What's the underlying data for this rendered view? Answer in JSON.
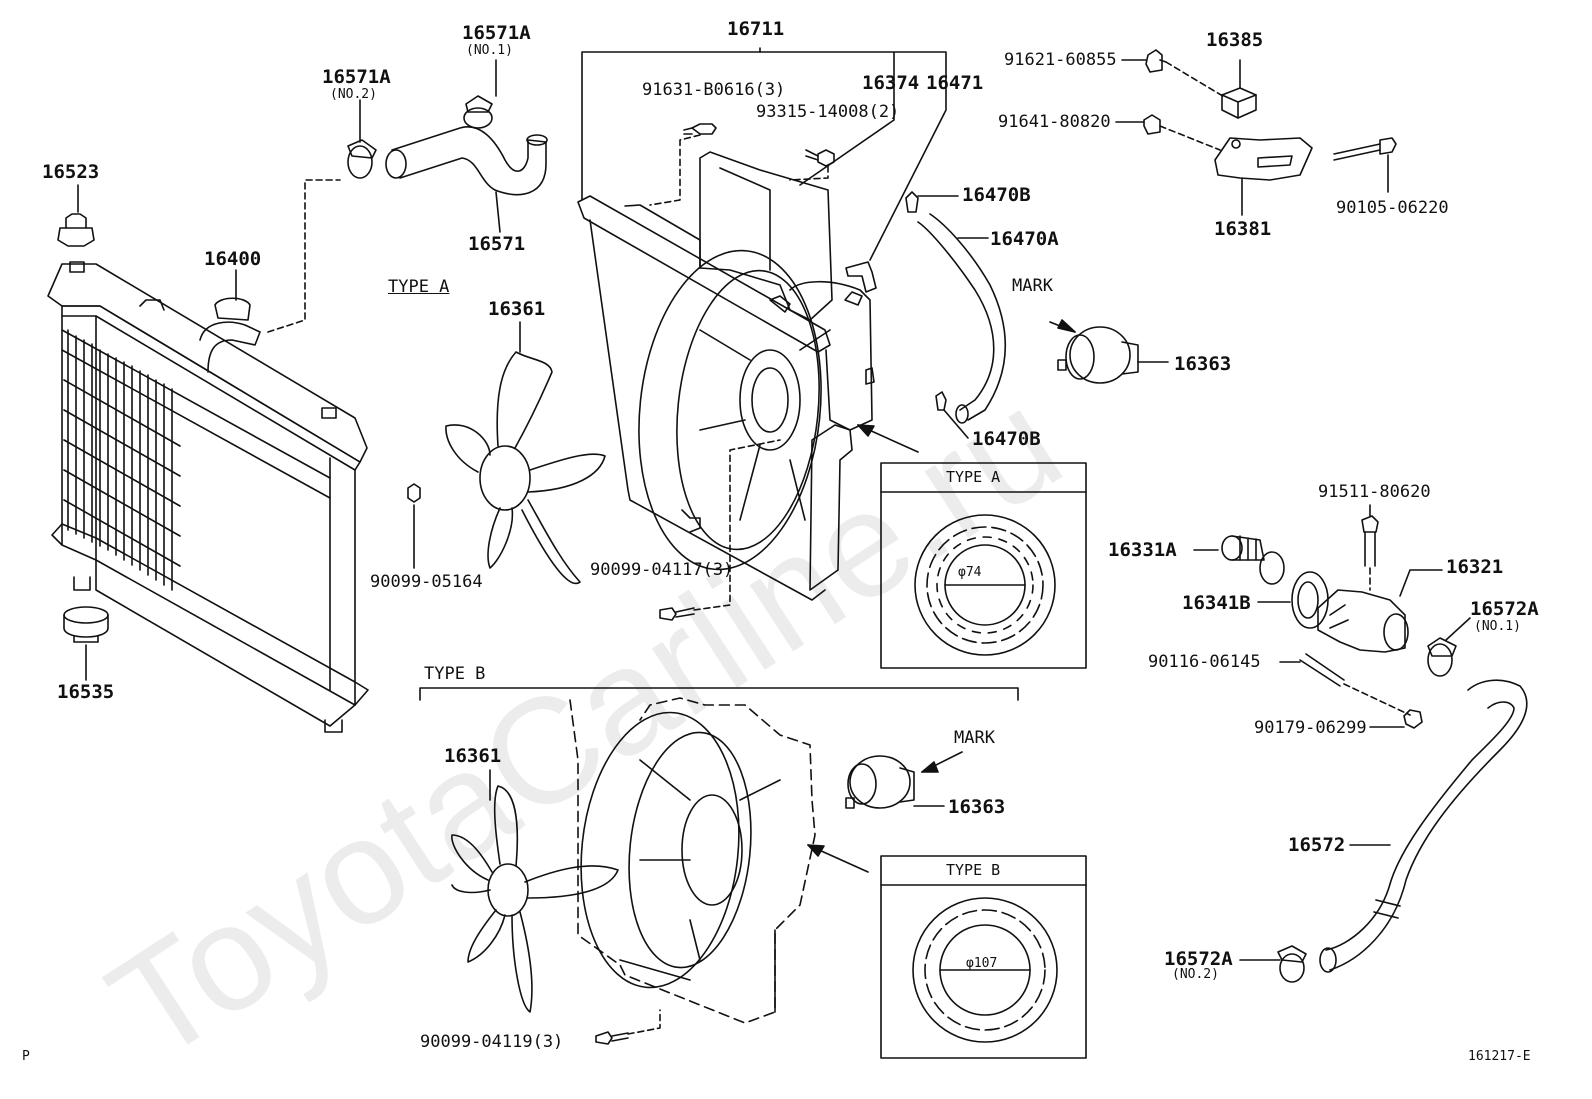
{
  "watermark": "ToyotaCarline.ru",
  "corner": {
    "left": "P",
    "right": "161217-E"
  },
  "type_labels": {
    "type_a": "TYPE A",
    "type_b": "TYPE B"
  },
  "mark_label": "MARK",
  "detail_a": {
    "title": "TYPE A",
    "dimension": "φ74"
  },
  "detail_b": {
    "title": "TYPE B",
    "dimension": "φ107"
  },
  "parts": {
    "p16711": "16711",
    "p16374": "16374",
    "p16471": "16471",
    "p91631": "91631-B0616(3)",
    "p93315": "93315-14008(2)",
    "p16571A_1": "16571A",
    "p16571A_1_note": "(NO.1)",
    "p16571A_2": "16571A",
    "p16571A_2_note": "(NO.2)",
    "p16571": "16571",
    "p16523": "16523",
    "p16400": "16400",
    "p16535": "16535",
    "p16361_a": "16361",
    "p16361_b": "16361",
    "p90099_05164": "90099-05164",
    "p90099_04117": "90099-04117(3)",
    "p90099_04119": "90099-04119(3)",
    "p91621": "91621-60855",
    "p91641": "91641-80820",
    "p16385": "16385",
    "p16381": "16381",
    "p90105": "90105-06220",
    "p16470B_1": "16470B",
    "p16470A": "16470A",
    "p16470B_2": "16470B",
    "p16363_a": "16363",
    "p16363_b": "16363",
    "p91511": "91511-80620",
    "p16331A": "16331A",
    "p16321": "16321",
    "p16341B": "16341B",
    "p16572A_1": "16572A",
    "p16572A_1_note": "(NO.1)",
    "p90116": "90116-06145",
    "p90179": "90179-06299",
    "p16572": "16572",
    "p16572A_2": "16572A",
    "p16572A_2_note": "(NO.2)"
  }
}
